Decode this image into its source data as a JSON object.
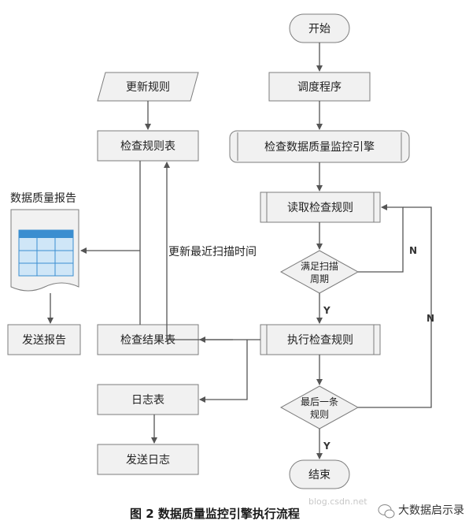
{
  "nodes": {
    "start": "开始",
    "scheduler": "调度程序",
    "engine": "检查数据质量监控引擎",
    "read_rules": "读取检查规则",
    "cycle_q1": "满足扫描",
    "cycle_q2": "周期",
    "exec_rules": "执行检查规则",
    "last_q1": "最后一条",
    "last_q2": "规则",
    "end": "结束",
    "update_rules": "更新规则",
    "rule_table": "检查规则表",
    "report_title": "数据质量报告",
    "send_report": "发送报告",
    "result_table": "检查结果表",
    "update_scan_time": "更新最近扫描时间",
    "log_table": "日志表",
    "send_log": "发送日志"
  },
  "edge_labels": {
    "cycle_no": "N",
    "cycle_yes": "Y",
    "last_no": "N",
    "last_yes": "Y"
  },
  "caption": "图 2  数据质量监控引擎执行流程",
  "watermark": "blog.csdn.net",
  "brand": "大数据启示录"
}
